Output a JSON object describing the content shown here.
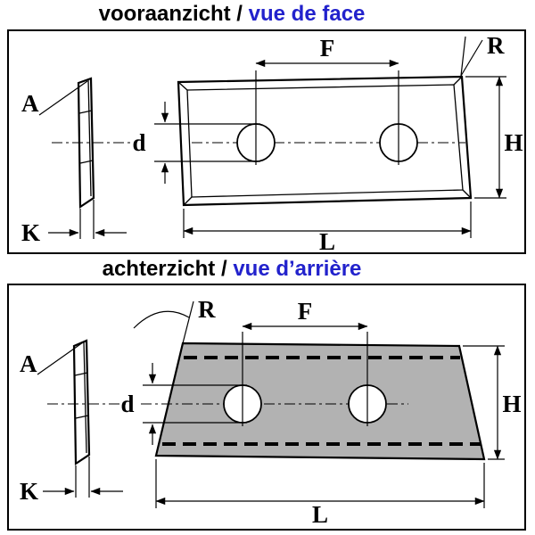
{
  "front_view": {
    "title_dutch": "vooraanzicht /",
    "title_french": "vue de face",
    "dim_labels": {
      "F": "F",
      "R": "R",
      "A": "A",
      "d": "d",
      "H": "H",
      "K": "K",
      "L": "L"
    }
  },
  "back_view": {
    "title_dutch": "achterzicht /",
    "title_french": "vue d’arrière",
    "dim_labels": {
      "F": "F",
      "R": "R",
      "A": "A",
      "d": "d",
      "H": "H",
      "K": "K",
      "L": "L"
    }
  },
  "colors": {
    "title_text": "#000000",
    "title_accent_blue": "#2222cc",
    "line_black": "#000000",
    "plate_fill_front": "#ffffff",
    "plate_fill_back": "#b2b2b2",
    "panel_border": "#000000",
    "background": "#ffffff"
  }
}
